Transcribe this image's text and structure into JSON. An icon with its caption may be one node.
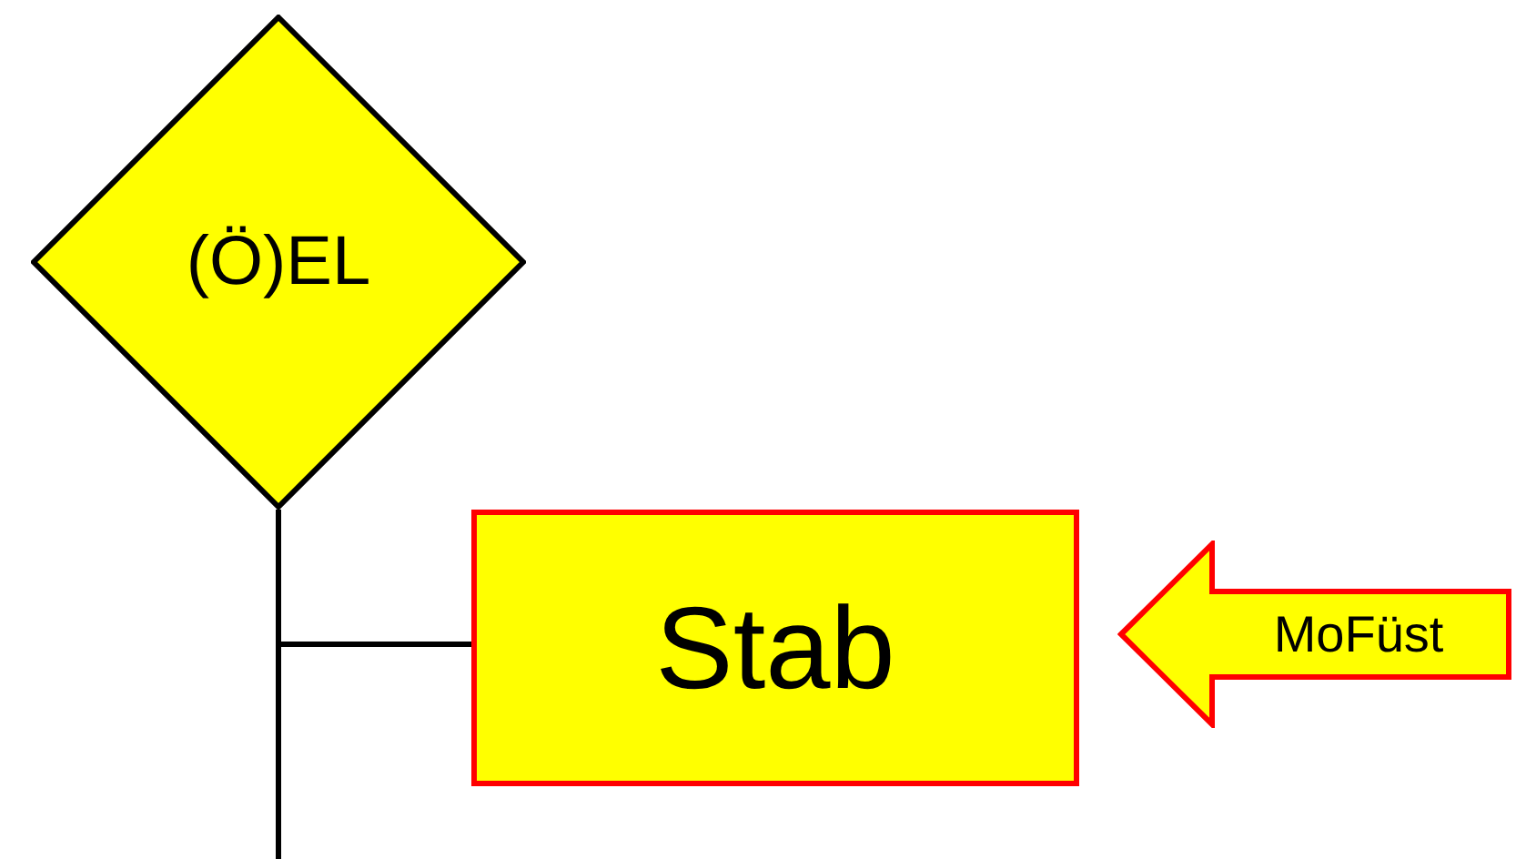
{
  "diagram": {
    "nodes": [
      {
        "text": [
          "(Ö)EL"
        ]
      },
      {
        "text": [
          "Stab"
        ]
      },
      {
        "text": [
          "MoFüst"
        ]
      }
    ],
    "edges": [
      {
        "from": 0,
        "to": 1,
        "arrow": "none"
      },
      {
        "from": 0,
        "to": null,
        "arrow": "none"
      }
    ]
  }
}
